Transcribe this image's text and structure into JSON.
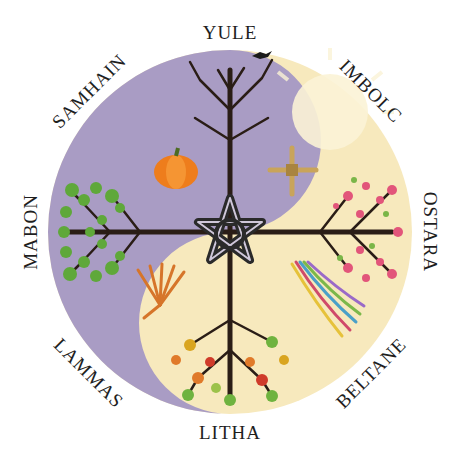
{
  "diagram": {
    "labels": [
      "YULE",
      "IMBOLC",
      "OSTARA",
      "BELTANE",
      "LITHA",
      "LAMMAS",
      "MABON",
      "SAMHAIN"
    ]
  }
}
